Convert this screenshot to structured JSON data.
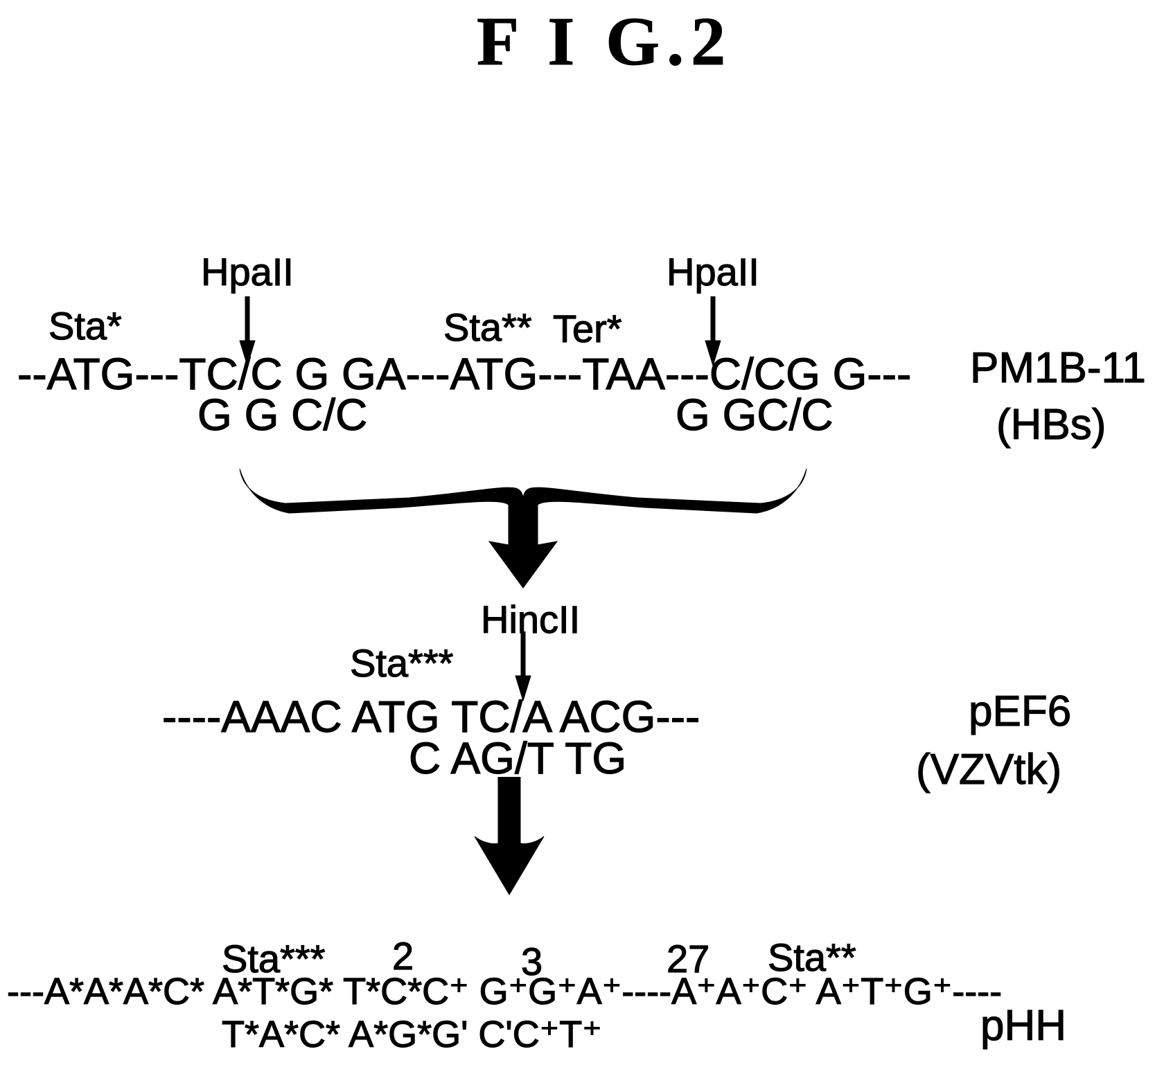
{
  "figure": {
    "title": "F I G.2"
  },
  "colors": {
    "ink": "#000000",
    "paper": "#ffffff"
  },
  "pm1b11": {
    "enzyme_left": "HpaII",
    "enzyme_right": "HpaII",
    "start_codon_label": "Sta*",
    "start_codon2_label": "Sta**",
    "terminator_label": "Ter*",
    "top_strand": "--ATG---TC/C G GA---ATG---TAA---C/CG G---",
    "bottom_strand_left": "G G C/C",
    "bottom_strand_right": "G GC/C",
    "name": "PM1B-11",
    "source": "(HBs)"
  },
  "pef6": {
    "enzyme": "HincII",
    "start_codon_label": "Sta***",
    "top_strand": "----AAAC ATG TC/A ACG---",
    "bottom_strand": "C AG/T TG",
    "name": "pEF6",
    "source": "(VZVtk)"
  },
  "phh": {
    "labels": {
      "sta3": "Sta***",
      "n2": "2",
      "n3": "3",
      "n27": "27",
      "sta2": "Sta**"
    },
    "top_strand": "---A*A*A*C* A*T*G* T*C*C⁺ G⁺G⁺A⁺----A⁺A⁺C⁺ A⁺T⁺G⁺----",
    "bottom_strand": "T*A*C* A*G*G' C'C⁺T⁺",
    "name": "pHH"
  }
}
